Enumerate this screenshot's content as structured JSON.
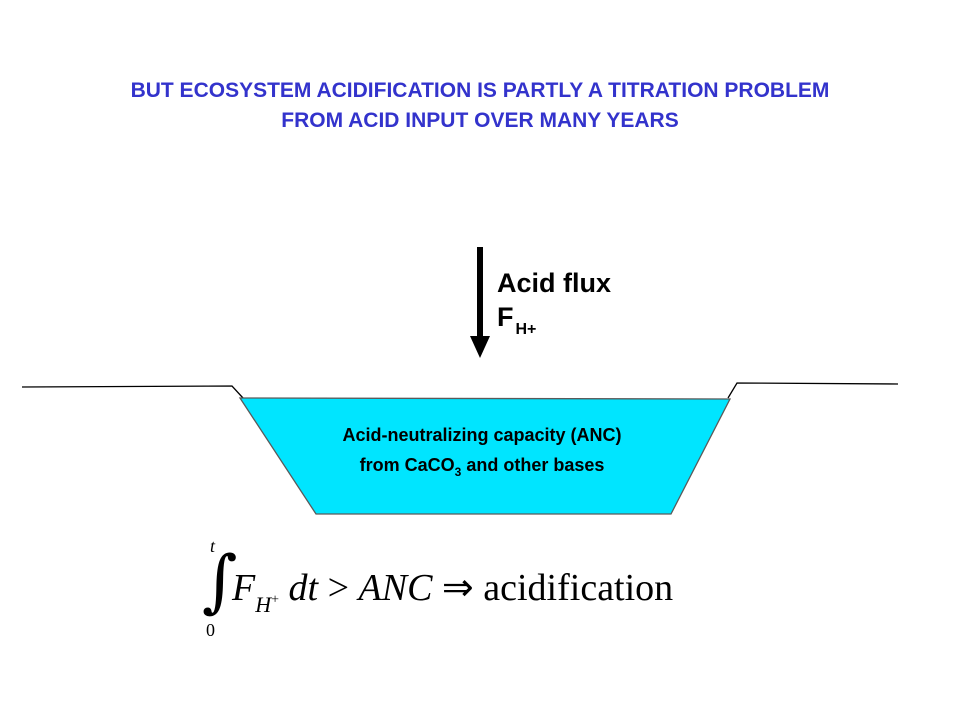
{
  "title": {
    "line1": "BUT ECOSYSTEM ACIDIFICATION IS PARTLY A TITRATION PROBLEM",
    "line2": "FROM ACID INPUT OVER MANY YEARS"
  },
  "flux": {
    "label": "Acid flux",
    "symbol": "F",
    "subscript": "H+"
  },
  "basin": {
    "line1": "Acid-neutralizing capacity (ANC)",
    "line2_prefix": "from CaCO",
    "line2_sub": "3",
    "line2_suffix": " and other bases"
  },
  "equation": {
    "upper_limit": "t",
    "lower_limit": "0",
    "integrand": "F",
    "integrand_sub": "H",
    "integrand_sup": "+",
    "differential": "dt",
    "operator": ">",
    "rhs": "ANC",
    "implies": "⇒",
    "result": "acidification"
  },
  "colors": {
    "title": "#3333cc",
    "basin_fill": "#00e5ff",
    "ground_line": "#000000",
    "arrow": "#000000"
  }
}
